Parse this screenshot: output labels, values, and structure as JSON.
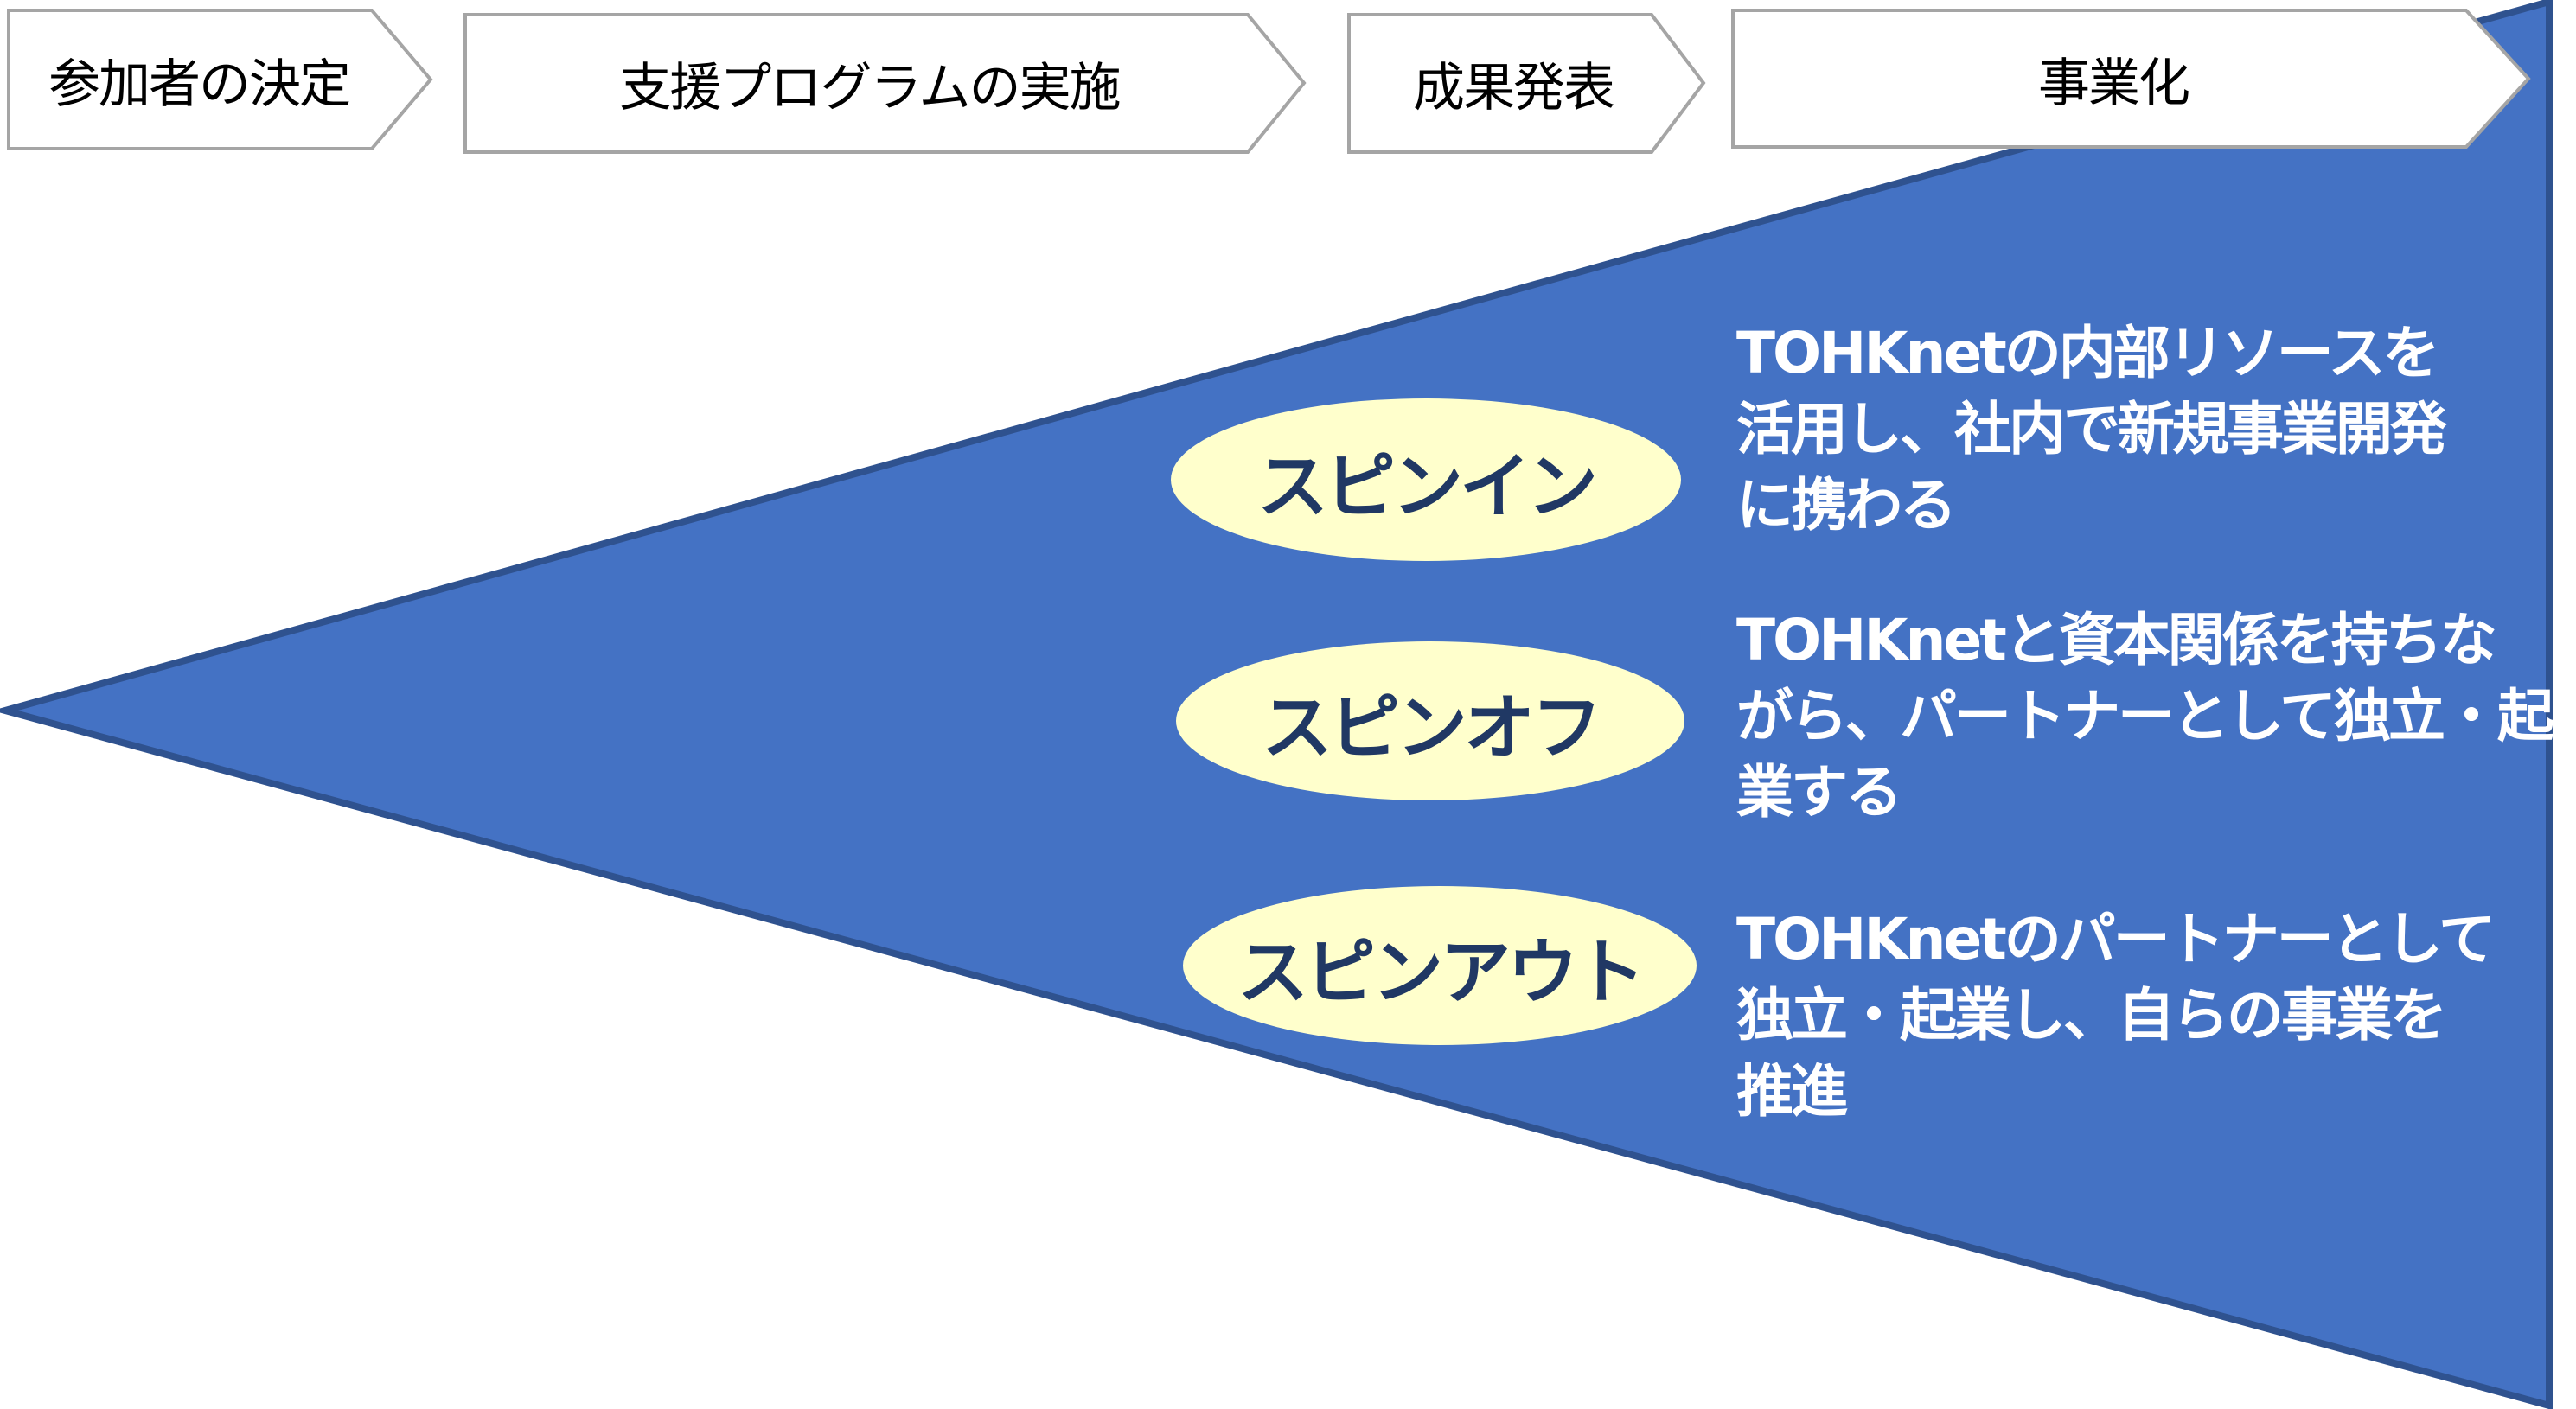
{
  "colors": {
    "triangle_fill": "#4472C4",
    "triangle_stroke": "#2F528F",
    "chevron_fill": "#FFFFFF",
    "chevron_stroke": "#A5A5A5",
    "ellipse_fill": "#FFFFCC",
    "ellipse_text": "#203864",
    "description_text": "#FFFFFF"
  },
  "process_steps": [
    {
      "label": "参加者の決定"
    },
    {
      "label": "支援プログラムの実施"
    },
    {
      "label": "成果発表"
    },
    {
      "label": "事業化"
    }
  ],
  "outcomes": [
    {
      "label": "スピンイン",
      "description_lines": [
        "TOHKnetの内部リソースを",
        "活用し、社内で新規事業開発",
        "に携わる"
      ]
    },
    {
      "label": "スピンオフ",
      "description_lines": [
        "TOHKnetと資本関係を持ちな",
        "がら、パートナーとして独立・起",
        "業する"
      ]
    },
    {
      "label": "スピンアウト",
      "description_lines": [
        "TOHKnetのパートナーとして",
        "独立・起業し、自らの事業を",
        "推進"
      ]
    }
  ]
}
